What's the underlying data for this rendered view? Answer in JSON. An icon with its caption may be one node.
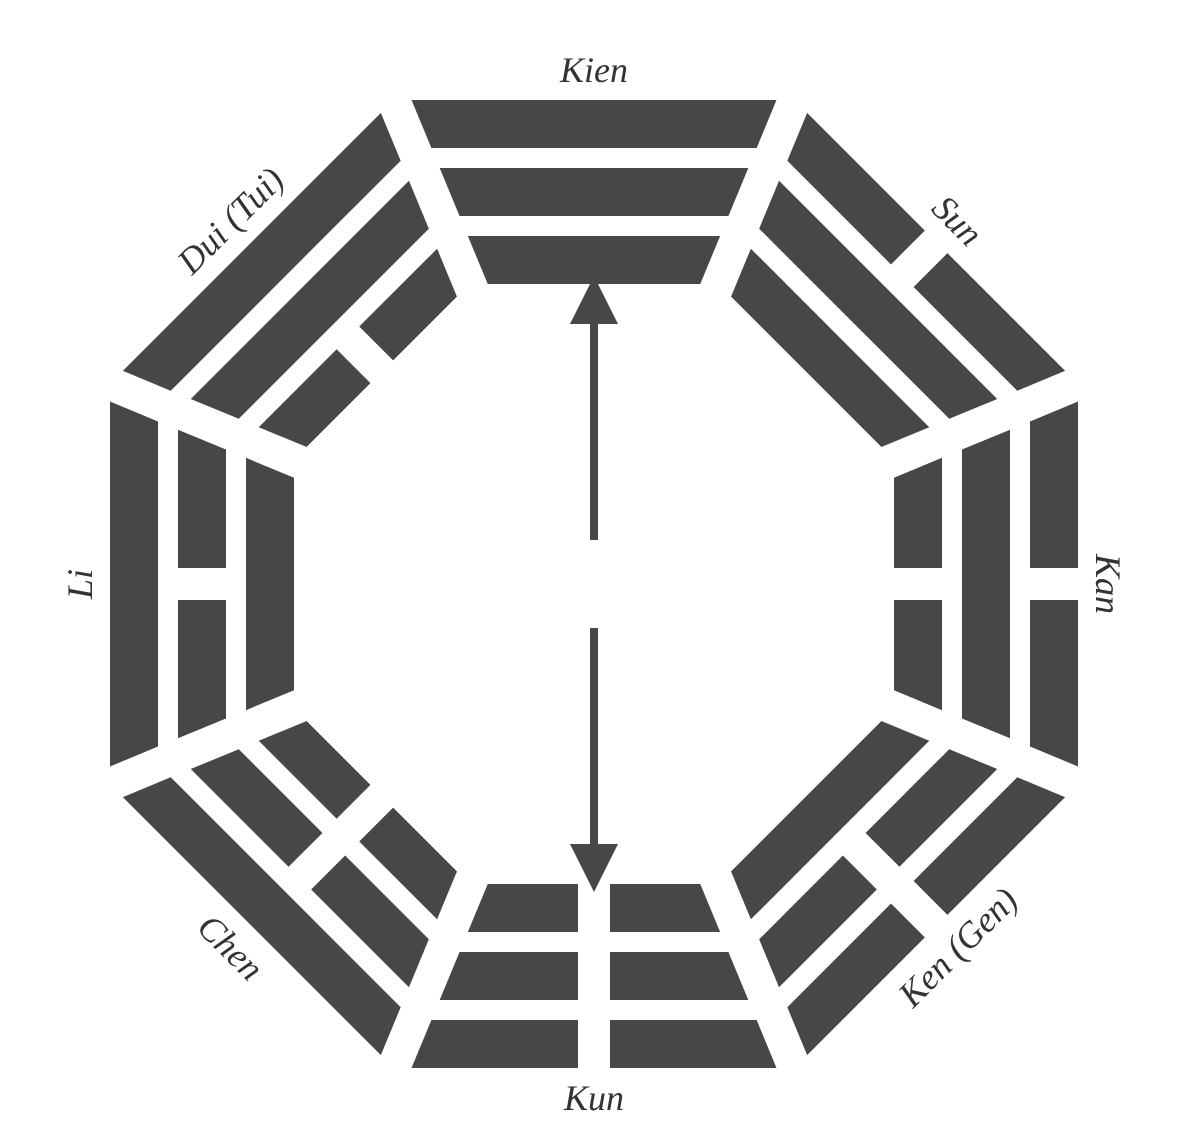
{
  "diagram": {
    "nodes": [
      {
        "text": [
          "Kien"
        ]
      },
      {
        "text": [
          "Sun"
        ]
      },
      {
        "text": [
          "Kan"
        ]
      },
      {
        "text": [
          "Ken (Gen)"
        ]
      },
      {
        "text": [
          "Kun"
        ]
      },
      {
        "text": [
          "Chen"
        ]
      },
      {
        "text": [
          "Li"
        ]
      },
      {
        "text": [
          "Dui (Tui)"
        ]
      }
    ],
    "edges": [
      {
        "from": null,
        "to": 0,
        "arrow": "to"
      },
      {
        "from": null,
        "to": 4,
        "arrow": "to"
      }
    ]
  }
}
